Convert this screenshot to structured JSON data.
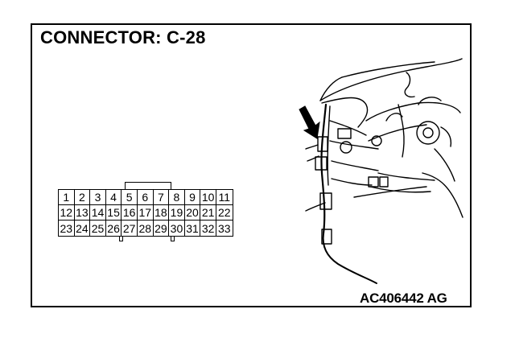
{
  "title": "CONNECTOR: C-28",
  "figure_code": "AC406442 AG",
  "pins": [
    [
      "1",
      "2",
      "3",
      "4",
      "5",
      "6",
      "7",
      "8",
      "9",
      "10",
      "11"
    ],
    [
      "12",
      "13",
      "14",
      "15",
      "16",
      "17",
      "18",
      "19",
      "20",
      "21",
      "22"
    ],
    [
      "23",
      "24",
      "25",
      "26",
      "27",
      "28",
      "29",
      "30",
      "31",
      "32",
      "33"
    ]
  ],
  "icons": {
    "locator_arrow": "arrow-icon",
    "harness_illustration": "wiring-harness-illustration"
  }
}
